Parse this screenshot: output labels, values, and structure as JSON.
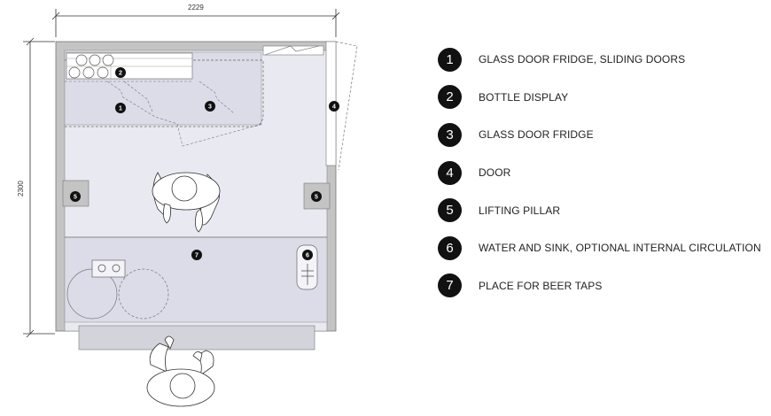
{
  "dimensions": {
    "width": "2229",
    "height": "2300"
  },
  "legend": [
    {
      "number": "1",
      "label": "GLASS DOOR FRIDGE, SLIDING DOORS"
    },
    {
      "number": "2",
      "label": "BOTTLE DISPLAY"
    },
    {
      "number": "3",
      "label": "GLASS DOOR FRIDGE"
    },
    {
      "number": "4",
      "label": "DOOR"
    },
    {
      "number": "5",
      "label": "LIFTING PILLAR"
    },
    {
      "number": "6",
      "label": "WATER AND SINK, OPTIONAL INTERNAL CIRCULATION"
    },
    {
      "number": "7",
      "label": "PLACE FOR BEER TAPS"
    }
  ],
  "markers": {
    "m1": "1",
    "m2": "2",
    "m3": "3",
    "m4": "4",
    "m5a": "5",
    "m5b": "5",
    "m6": "6",
    "m7": "7"
  },
  "colors": {
    "wall": "#c4c4c4",
    "floor": "#e9e9f1",
    "counter": "#dcdbe8",
    "marker": "#111111"
  }
}
